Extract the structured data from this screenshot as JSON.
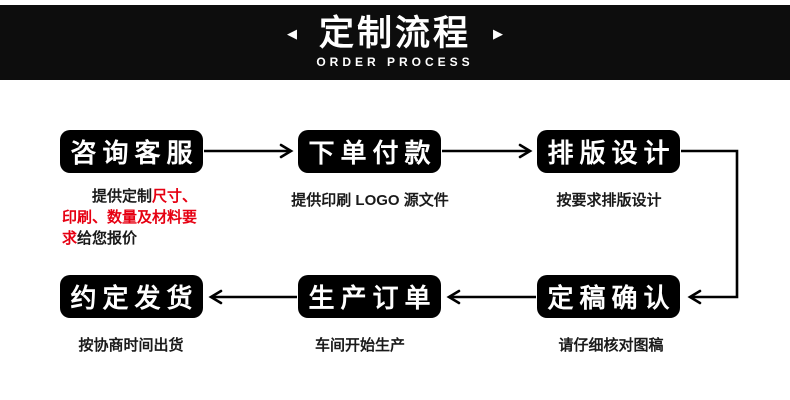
{
  "header": {
    "title": "定制流程",
    "subtitle": "ORDER  PROCESS",
    "left_arrow_icon": "◀",
    "right_arrow_icon": "▶"
  },
  "steps": [
    {
      "label": "咨询客服",
      "caption_parts": {
        "part1": "提供定制",
        "part2_red": "尺寸、印刷、数量及材料要求",
        "part3": "给您报价"
      }
    },
    {
      "label": "下单付款",
      "caption": "提供印刷 LOGO 源文件"
    },
    {
      "label": "排版设计",
      "caption": "按要求排版设计"
    },
    {
      "label": "定稿确认",
      "caption": "请仔细核对图稿"
    },
    {
      "label": "生产订单",
      "caption": "车间开始生产"
    },
    {
      "label": "约定发货",
      "caption": "按协商时间出货"
    }
  ],
  "colors": {
    "banner_bg": "#0d0d0d",
    "box_bg": "#000000",
    "box_text": "#ffffff",
    "red": "#e60012",
    "text": "#1a1a1a",
    "arrow": "#000000"
  }
}
